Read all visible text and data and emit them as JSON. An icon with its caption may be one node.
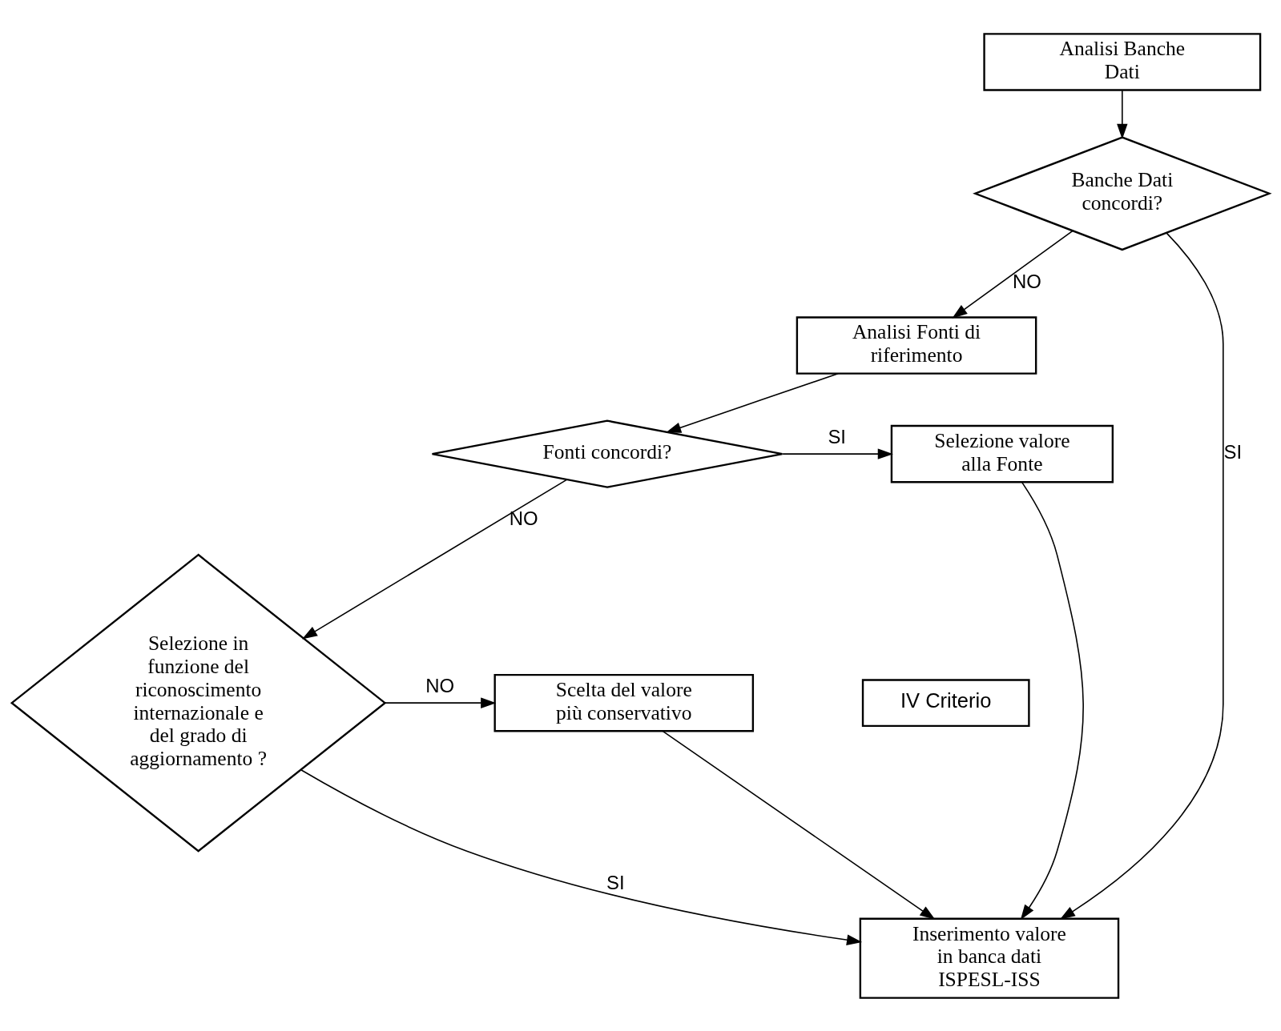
{
  "diagram": {
    "nodes": [
      {
        "text": [
          "Analisi Banche Dati"
        ]
      },
      {
        "text": [
          "Banche Dati concordi?"
        ]
      },
      {
        "text": [
          "Analisi Fonti di riferimento"
        ]
      },
      {
        "text": [
          "Fonti concordi?"
        ]
      },
      {
        "text": [
          "Selezione valore alla Fonte"
        ]
      },
      {
        "text": [
          "Selezione in funzione del riconoscimento internazionale e del grado di aggiornamento ?"
        ]
      },
      {
        "text": [
          "Scelta del valore più conservativo"
        ]
      },
      {
        "text": [
          "IV Criterio"
        ]
      },
      {
        "text": [
          "Inserimento valore in banca dati ISPESL-ISS"
        ]
      }
    ],
    "edges": [
      {
        "from": 0,
        "to": 1,
        "arrow": "to"
      },
      {
        "from": 1,
        "to": 8,
        "arrow": "to",
        "label": "SI"
      },
      {
        "from": 1,
        "to": 2,
        "arrow": "to",
        "label": "NO"
      },
      {
        "from": 2,
        "to": 3,
        "arrow": "to"
      },
      {
        "from": 3,
        "to": 4,
        "arrow": "to",
        "label": "SI"
      },
      {
        "from": 3,
        "to": 5,
        "arrow": "to",
        "label": "NO"
      },
      {
        "from": 4,
        "to": 8,
        "arrow": "to"
      },
      {
        "from": 5,
        "to": 6,
        "arrow": "to",
        "label": "NO"
      },
      {
        "from": 5,
        "to": 8,
        "arrow": "to",
        "label": "SI"
      },
      {
        "from": 6,
        "to": 8,
        "arrow": "to"
      }
    ]
  }
}
